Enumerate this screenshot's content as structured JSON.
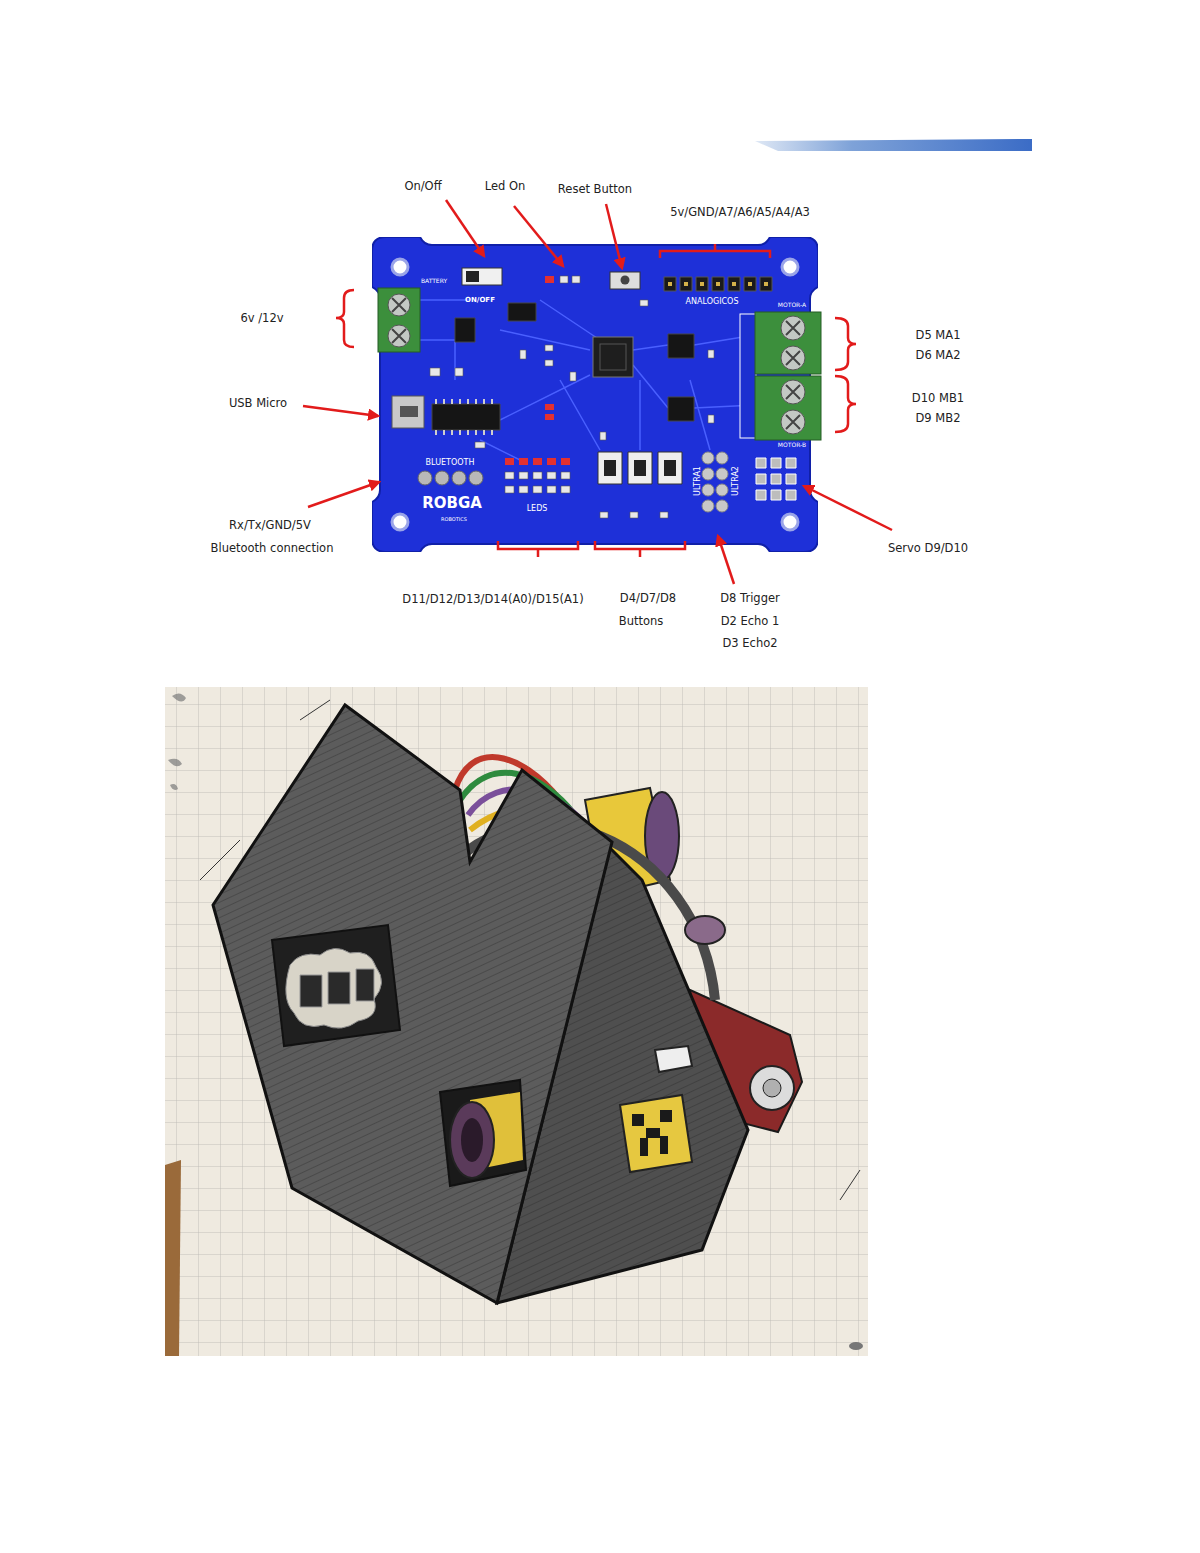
{
  "diagram": {
    "nodes": [
      {
        "text": [
          "BATTERY",
          "ON/OFF",
          "ANALOGICOS",
          "BLUETOOTH",
          "LEDS",
          "ULTRA1",
          "ULTRA2",
          "MOTOR-A",
          "MOTOR-B",
          "ROBGA",
          "ROBOTICS"
        ]
      }
    ],
    "labels": [
      "On/Off",
      "Led On",
      "Reset Button",
      "5v/GND/A7/A6/A5/A4/A3",
      "6v /12v",
      "USB Micro",
      "Rx/Tx/GND/5V",
      "Bluetooth connection",
      "D5 MA1",
      "D6 MA2",
      "D10 MB1",
      "D9 MB2",
      "Servo D9/D10",
      "D11/D12/D13/D14(A0)/D15(A1)",
      "D4/D7/D8",
      "Buttons",
      "D8 Trigger",
      "D2 Echo 1",
      "D3 Echo2"
    ]
  }
}
